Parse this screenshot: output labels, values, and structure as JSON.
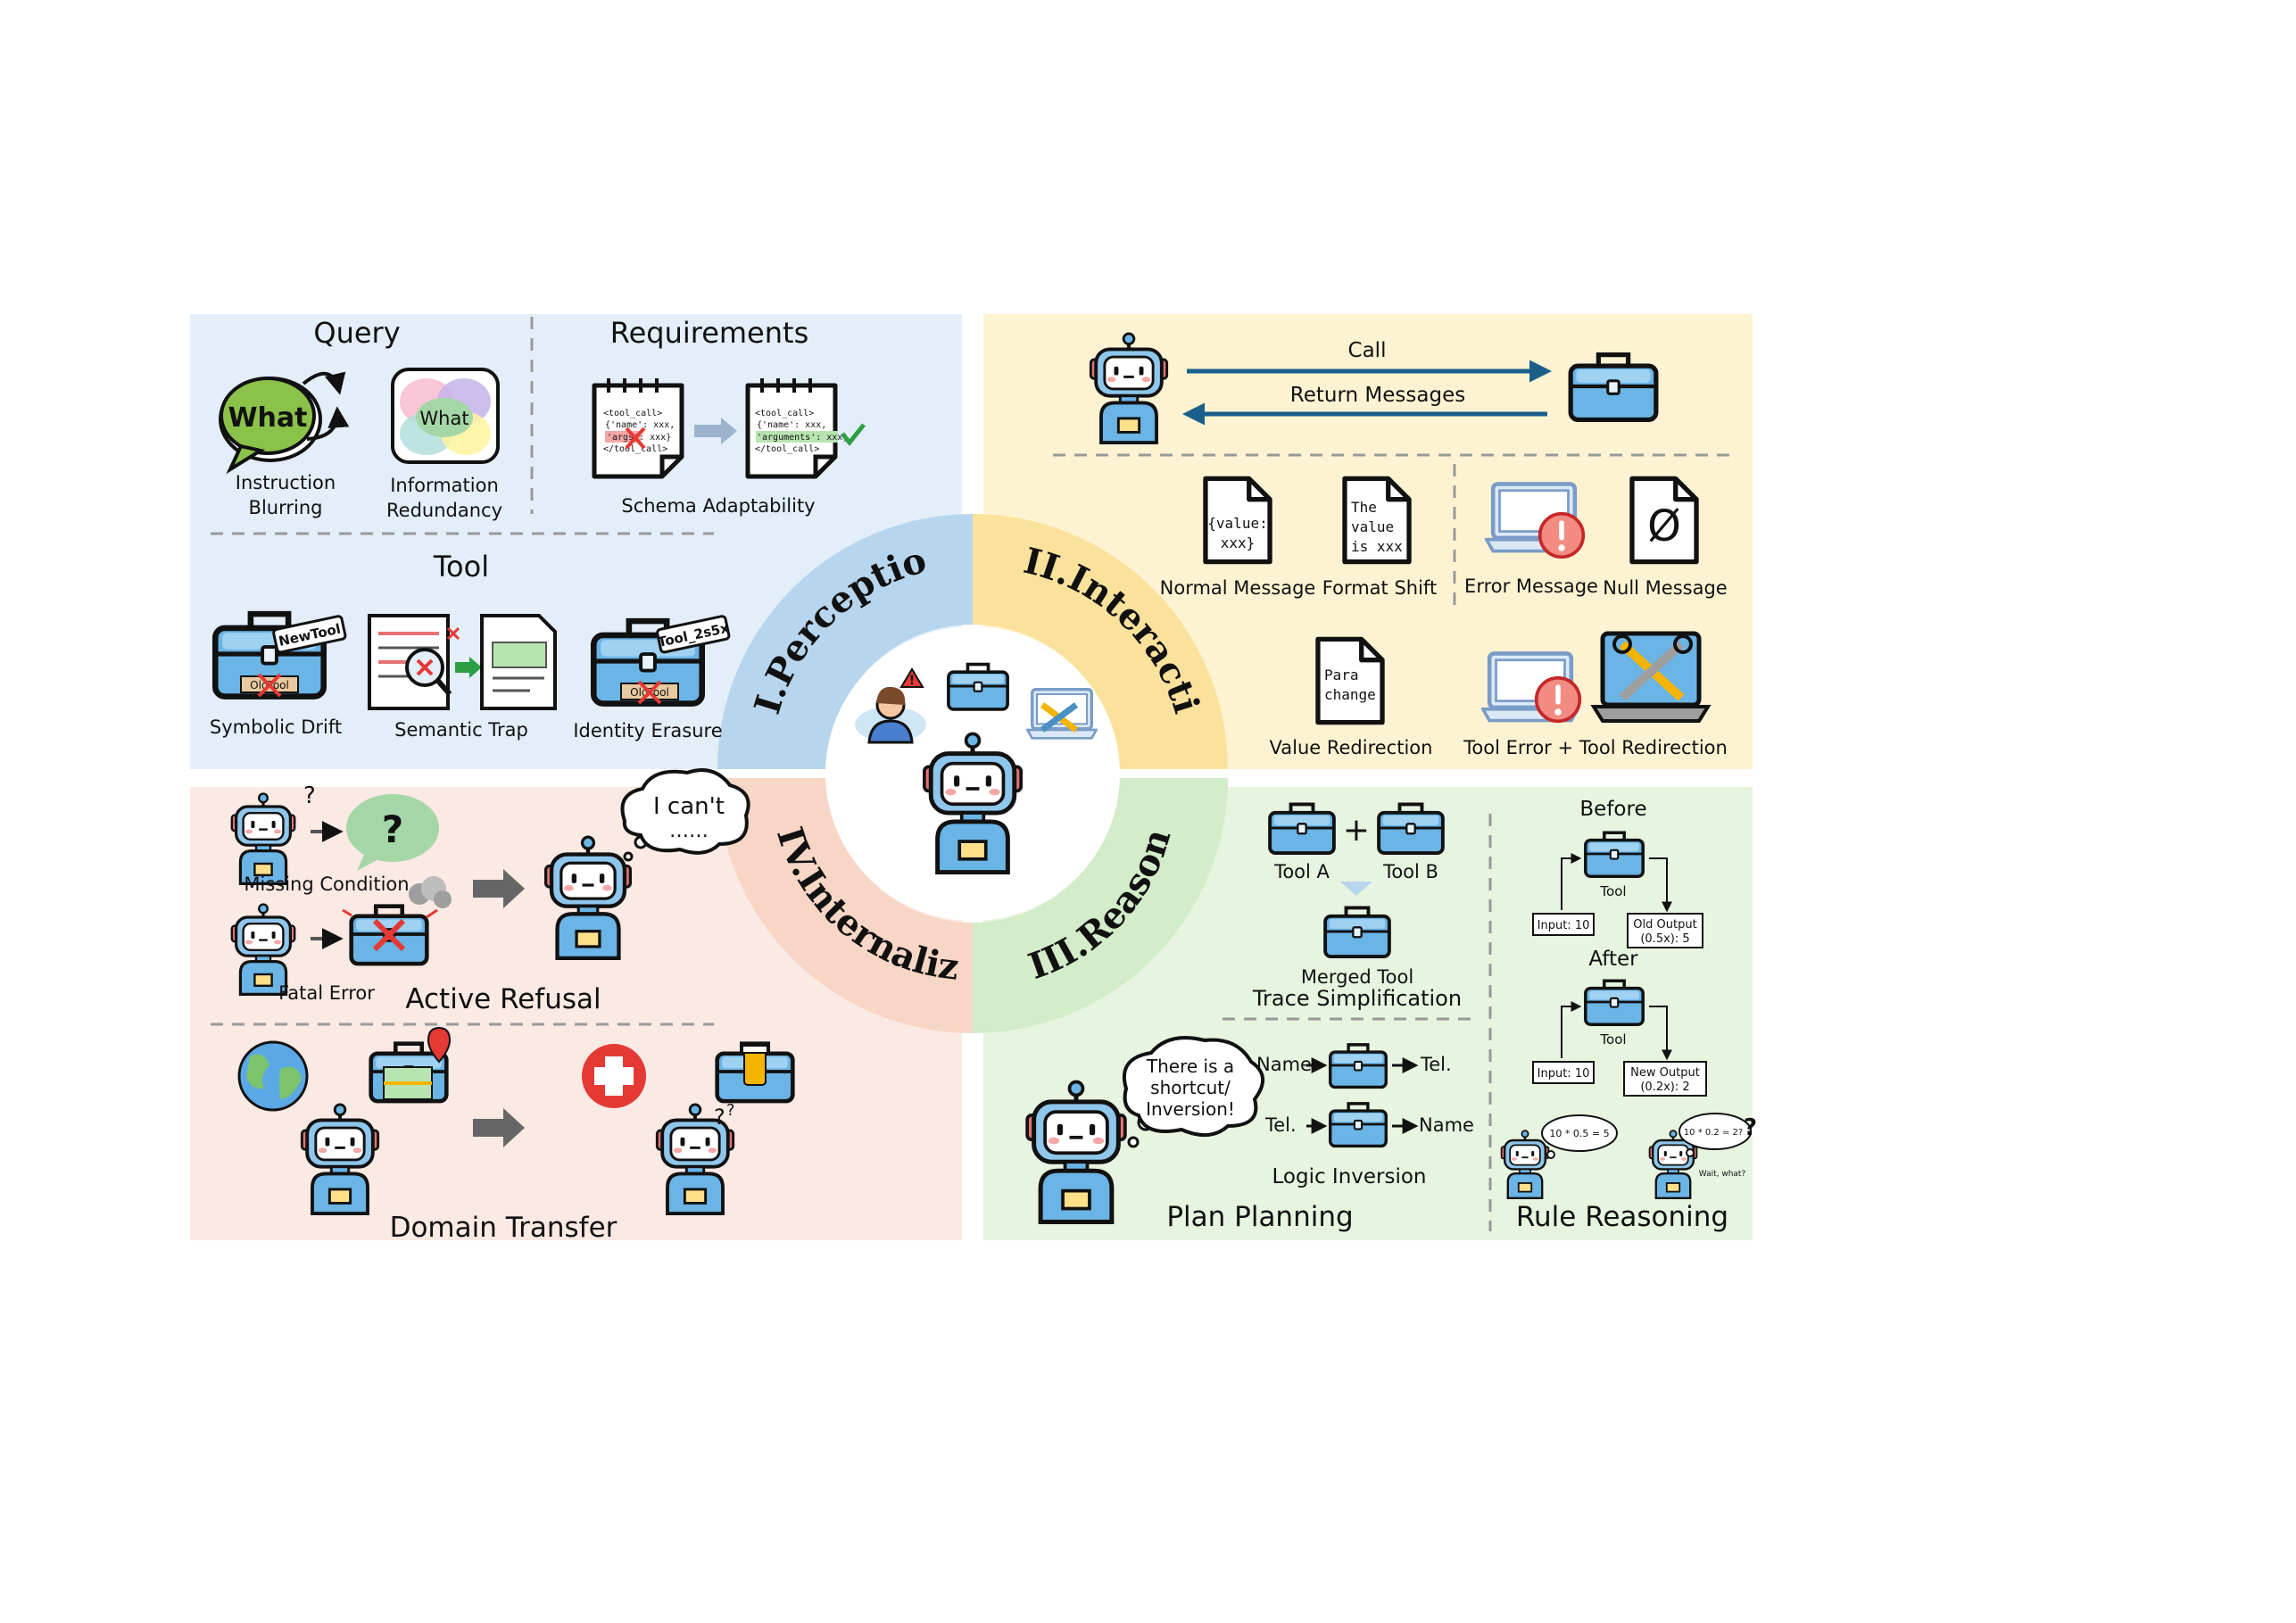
{
  "colors": {
    "perception_bg": "#e3eef9",
    "interaction_bg": "#fdf3d2",
    "reasoning_bg": "#e7f4df",
    "internalization_bg": "#fbe9e3",
    "perception_arc": "#b7d6ee",
    "interaction_arc": "#fbe29c",
    "reasoning_arc": "#d3ecc9",
    "internalization_arc": "#f8d6c5",
    "toolbox": "#6ab4e6",
    "robot_body": "#b8dcf4"
  },
  "perception": {
    "title": "I.Perception",
    "query_title": "Query",
    "requirements_title": "Requirements",
    "tool_title": "Tool",
    "instruction_blurring": [
      "Instruction",
      "Blurring"
    ],
    "information_redundancy": [
      "Information",
      "Redundancy"
    ],
    "what_label": "What",
    "what_label_2": "What",
    "schema_adaptability": "Schema Adaptability",
    "schema_before": [
      "<tool_call>",
      "{'name': xxx,",
      "'args': xxx}",
      "</tool_call>"
    ],
    "schema_after": [
      "<tool_call>",
      "{'name': xxx,",
      "'arguments': xxx}",
      "</tool_call>"
    ],
    "symbolic_drift": "Symbolic Drift",
    "semantic_trap": "Semantic Trap",
    "identity_erasure": "Identity Erasure",
    "new_tool_tag": "NewTool",
    "old_tool_tag": "OldTool",
    "tool_2s5x_tag": "Tool_2s5x",
    "old_tool_tag_2": "OldTool"
  },
  "interaction": {
    "title": "II.Interaction",
    "call_label": "Call",
    "return_label": "Return Messages",
    "normal_message": "Normal Message",
    "normal_doc": [
      "{value:",
      "xxx}"
    ],
    "format_shift": "Format Shift",
    "format_doc": [
      "The",
      "value",
      "is xxx"
    ],
    "error_message": "Error Message",
    "null_message": "Null Message",
    "null_symbol": "Ø",
    "value_redirection": "Value Redirection",
    "para_doc": [
      "Para",
      "change"
    ],
    "tool_redirection": "Tool Error  + Tool Redirection"
  },
  "reasoning": {
    "title": "III.Reasoning",
    "tool_a": "Tool A",
    "tool_b": "Tool B",
    "plus": "+",
    "merged_tool": "Merged Tool",
    "trace_simplification": "Trace Simplification",
    "bubble": [
      "There is a",
      "shortcut/",
      "Inversion!"
    ],
    "name_label": "Name",
    "tel_label": "Tel.",
    "tel_label_2": "Tel.",
    "name_label_2": "Name",
    "logic_inversion": "Logic Inversion",
    "plan_planning": "Plan Planning",
    "before": "Before",
    "after": "After",
    "tool_label": "Tool",
    "tool_label_2": "Tool",
    "input_before": "Input: 10",
    "old_output": [
      "Old Output",
      "(0.5x): 5"
    ],
    "input_after": "Input: 10",
    "new_output": [
      "New Output",
      "(0.2x): 2"
    ],
    "thought_1": "10 * 0.5 = 5",
    "thought_2": "10 * 0.2 = 2?",
    "wait_what": "Wait, what?",
    "rule_reasoning": "Rule Reasoning"
  },
  "internalization": {
    "title": "IV.Internalization",
    "missing_condition": "Missing Condition",
    "fatal_error": "Fatal Error",
    "cant_bubble": [
      "I can't",
      "……"
    ],
    "active_refusal": "Active Refusal",
    "domain_transfer": "Domain Transfer",
    "question_mark": "?"
  }
}
